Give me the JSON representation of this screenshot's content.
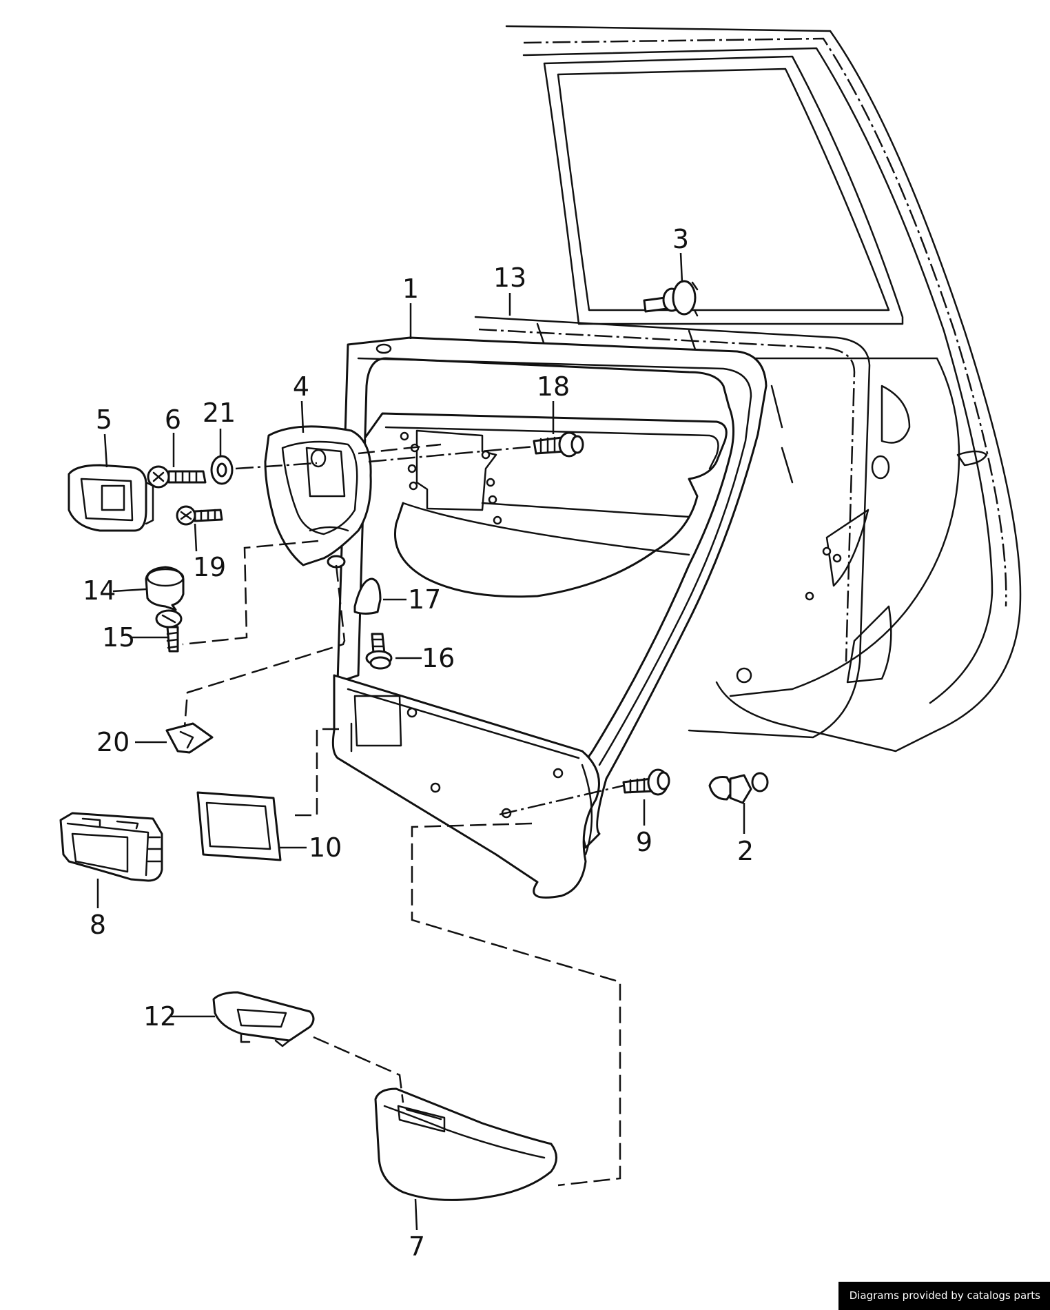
{
  "callouts": [
    {
      "id": "1",
      "label": "1"
    },
    {
      "id": "2",
      "label": "2"
    },
    {
      "id": "3",
      "label": "3"
    },
    {
      "id": "4",
      "label": "4"
    },
    {
      "id": "5",
      "label": "5"
    },
    {
      "id": "6",
      "label": "6"
    },
    {
      "id": "7",
      "label": "7"
    },
    {
      "id": "8",
      "label": "8"
    },
    {
      "id": "9",
      "label": "9"
    },
    {
      "id": "10",
      "label": "10"
    },
    {
      "id": "12",
      "label": "12"
    },
    {
      "id": "13",
      "label": "13"
    },
    {
      "id": "14",
      "label": "14"
    },
    {
      "id": "15",
      "label": "15"
    },
    {
      "id": "16",
      "label": "16"
    },
    {
      "id": "17",
      "label": "17"
    },
    {
      "id": "18",
      "label": "18"
    },
    {
      "id": "19",
      "label": "19"
    },
    {
      "id": "20",
      "label": "20"
    },
    {
      "id": "21",
      "label": "21"
    }
  ],
  "footer": {
    "credit": "Diagrams provided by catalogs parts"
  }
}
